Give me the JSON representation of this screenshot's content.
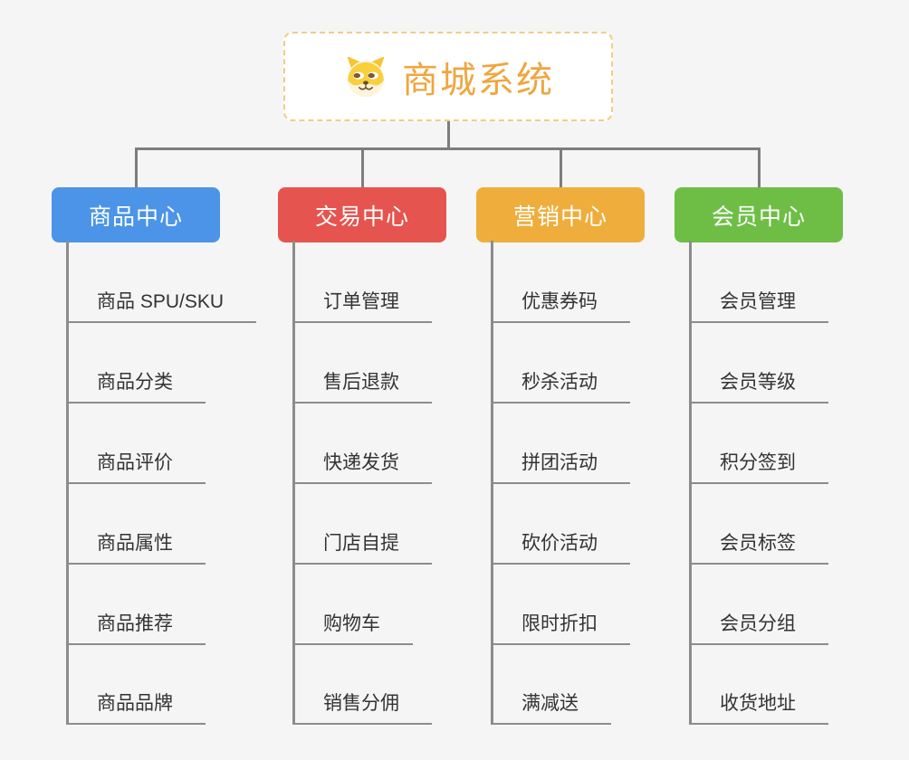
{
  "root": {
    "title": "商城系统",
    "icon": "dog-face-icon"
  },
  "branches": [
    {
      "name": "product-center",
      "label": "商品中心",
      "color": "#4b94e8",
      "items": [
        "商品 SPU/SKU",
        "商品分类",
        "商品评价",
        "商品属性",
        "商品推荐",
        "商品品牌"
      ]
    },
    {
      "name": "trade-center",
      "label": "交易中心",
      "color": "#e6544f",
      "items": [
        "订单管理",
        "售后退款",
        "快递发货",
        "门店自提",
        "购物车",
        "销售分佣"
      ]
    },
    {
      "name": "marketing-center",
      "label": "营销中心",
      "color": "#efae3c",
      "items": [
        "优惠券码",
        "秒杀活动",
        "拼团活动",
        "砍价活动",
        "限时折扣",
        "满减送"
      ]
    },
    {
      "name": "member-center",
      "label": "会员中心",
      "color": "#6ebe46",
      "items": [
        "会员管理",
        "会员等级",
        "积分签到",
        "会员标签",
        "会员分组",
        "收货地址"
      ]
    }
  ],
  "colors": {
    "background": "#f5f5f5",
    "connector": "#7d7d7d",
    "underline": "#8c8c8c",
    "root_text": "#efa63f",
    "root_border": "#f3cb85"
  }
}
